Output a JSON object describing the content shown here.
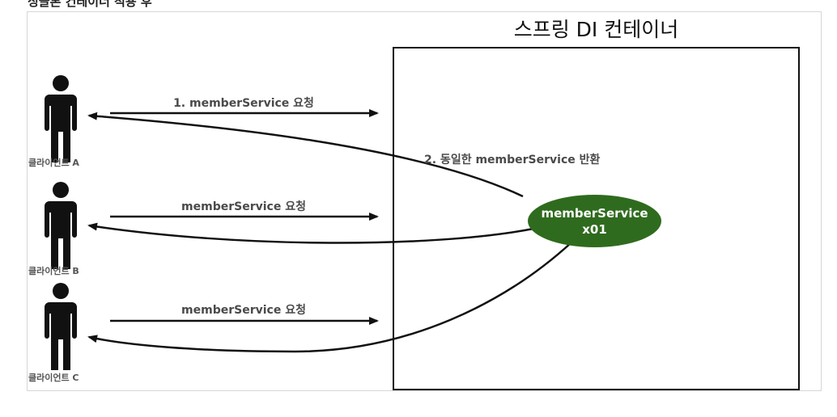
{
  "caption": "싱글톤 컨테이너 적용 후",
  "container": {
    "title": "스프링 DI 컨테이너"
  },
  "clients": [
    {
      "label": "클라이언트 A"
    },
    {
      "label": "클라이언트 B"
    },
    {
      "label": "클라이언트 C"
    }
  ],
  "requests": [
    {
      "label": "1. memberService 요청"
    },
    {
      "label": "memberService 요청"
    },
    {
      "label": "memberService 요청"
    }
  ],
  "response": {
    "label": "2. 동일한 memberService 반환"
  },
  "bean": {
    "name": "memberService",
    "id": "x01",
    "color": "#2f6b1e"
  }
}
